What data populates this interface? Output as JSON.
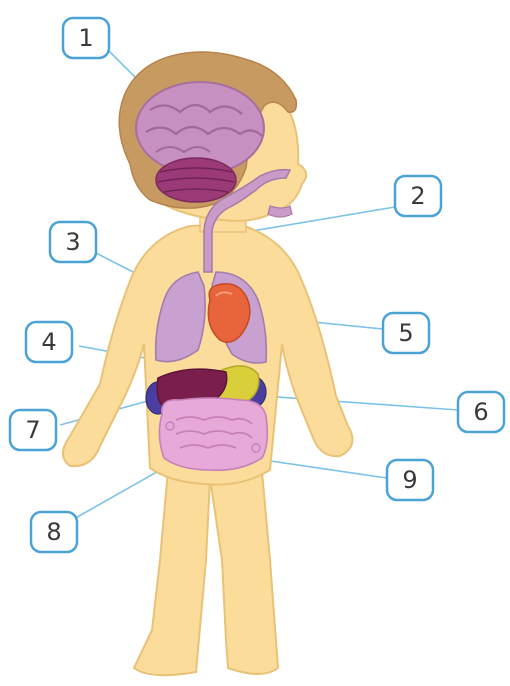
{
  "labels": [
    "1",
    "2",
    "3",
    "4",
    "5",
    "6",
    "7",
    "8",
    "9"
  ],
  "colors": {
    "skin": "#fbdc9a",
    "skin_outline": "#e9c277",
    "hair": "#c79a62",
    "brain": "#c691c0",
    "cerebellum": "#9c3a78",
    "airway": "#c89bc9",
    "lungs": "#c8a1d0",
    "heart": "#e8643a",
    "liver": "#7a1f4c",
    "stomach": "#d9cf3b",
    "kidney": "#4a3fa0",
    "intestines": "#e6a9d8",
    "label_border": "#4aa3d4",
    "leader_line": "#7cc3e8"
  },
  "icons": [
    "brain-icon",
    "airway-icon",
    "lungs-icon",
    "heart-icon",
    "liver-icon",
    "stomach-icon",
    "kidney-icon",
    "intestines-icon"
  ]
}
